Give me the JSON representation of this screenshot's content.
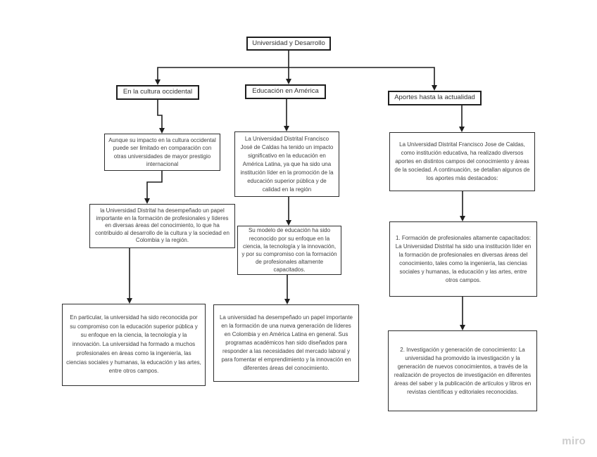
{
  "watermark": "miro",
  "colors": {
    "line": "#1f1f1f",
    "box_border": "#2d2d2d",
    "text": "#414141",
    "watermark": "#cdcdcd"
  },
  "root": {
    "label": "Universidad y Desarrollo"
  },
  "branches": [
    {
      "label": "En la cultura occidental",
      "nodes": [
        "Aunque su impacto en la cultura occidental puede ser limitado en comparación con otras universidades de mayor prestigio internacional",
        "la Universidad Distrital ha desempeñado un papel importante en la formación de profesionales y líderes en diversas áreas del conocimiento, lo que ha contribuido al desarrollo de la cultura y la sociedad en Colombia y la región.",
        "En particular, la universidad ha sido reconocida por su compromiso con la educación superior pública y su enfoque en la ciencia, la tecnología y la innovación. La universidad ha formado a muchos profesionales en áreas como la ingeniería, las ciencias sociales y humanas, la educación y las artes, entre otros campos."
      ]
    },
    {
      "label": "Educación en América",
      "nodes": [
        "La Universidad Distrital Francisco José de Caldas ha tenido un impacto significativo en la educación en América Latina, ya que ha sido una institución líder en la promoción de la educación superior pública y de calidad en la región",
        "Su modelo de educación ha sido reconocido por su enfoque en la ciencia, la tecnología y la innovación, y por su compromiso con la formación de profesionales altamente capacitados.",
        "La universidad ha desempeñado un papel importante en la formación de una nueva generación de líderes en Colombia y en América Latina en general. Sus programas académicos han sido diseñados para responder a las necesidades del mercado laboral y para fomentar el emprendimiento y la innovación en diferentes áreas del conocimiento."
      ]
    },
    {
      "label": "Aportes hasta la actualidad",
      "nodes": [
        "La Universidad Distrital Francisco Jose de Caldas, como institución educativa, ha realizado diversos aportes en distintos campos del conocimiento y áreas de la sociedad. A continuación, se detallan algunos de los aportes más destacados:",
        "1. Formación de profesionales altamente capacitados: La Universidad Distrital ha sido una institución líder en la formación de profesionales en diversas áreas del conocimiento, tales como la ingeniería, las ciencias sociales y humanas, la educación y las artes, entre otros campos.",
        "2. Investigación y generación de conocimiento: La universidad ha promovido la investigación y la generación de nuevos conocimientos, a través de la realización de proyectos de investigación en diferentes áreas del saber y la publicación de artículos y libros en revistas científicas y editoriales reconocidas."
      ]
    }
  ]
}
